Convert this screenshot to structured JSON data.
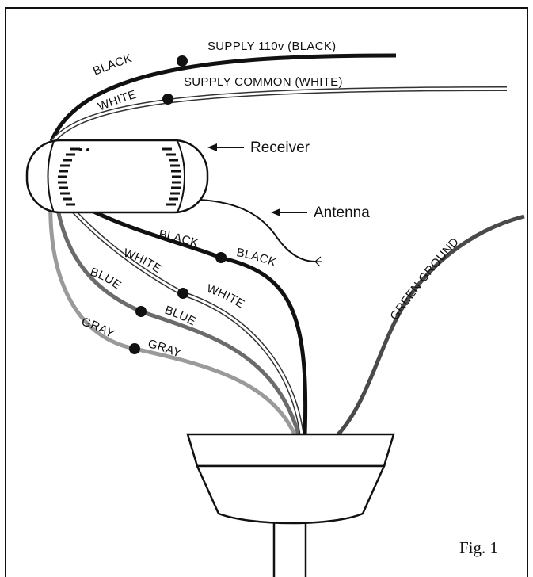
{
  "labels": {
    "supply_hot": "SUPPLY 110v (BLACK)",
    "supply_common": "SUPPLY COMMON (WHITE)",
    "black_upper": "BLACK",
    "white_upper": "WHITE",
    "receiver": "Receiver",
    "antenna": "Antenna",
    "black_left": "BLACK",
    "black_right": "BLACK",
    "white_left": "WHITE",
    "white_right": "WHITE",
    "blue_left": "BLUE",
    "blue_right": "BLUE",
    "gray_left": "GRAY",
    "gray_right": "GRAY",
    "green_ground": "GREEN GROUND",
    "figure": "Fig. 1"
  },
  "colors": {
    "black_wire": "#111111",
    "white_wire_outline": "#444444",
    "blue_wire": "#6b6b6b",
    "gray_wire": "#9a9a9a",
    "ground_wire": "#4a4a4a"
  }
}
